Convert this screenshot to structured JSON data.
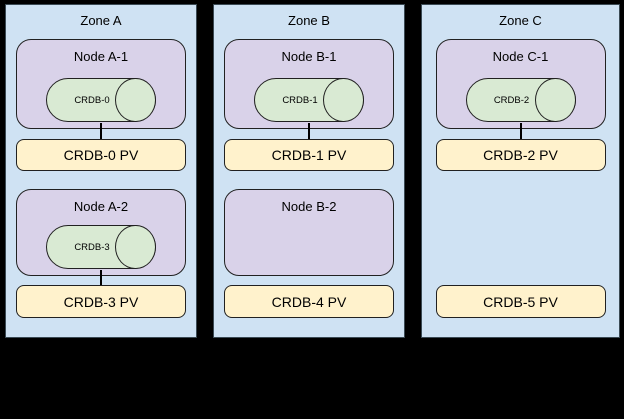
{
  "colors": {
    "background": "#000000",
    "zone_fill": "#cfe2f3",
    "zone_border": "#3b4a54",
    "node_fill": "#d9d2e9",
    "cylinder_fill": "#d9ead3",
    "pv_fill": "#fff2cc",
    "shape_border": "#212121",
    "connector": "#000000",
    "text": "#000000"
  },
  "zones": [
    {
      "label": "Zone A",
      "node1": {
        "label": "Node A-1",
        "pod": "CRDB-0"
      },
      "pv1": "CRDB-0 PV",
      "node2": {
        "label": "Node A-2",
        "pod": "CRDB-3"
      },
      "pv2": "CRDB-3 PV"
    },
    {
      "label": "Zone B",
      "node1": {
        "label": "Node B-1",
        "pod": "CRDB-1"
      },
      "pv1": "CRDB-1 PV",
      "node2": {
        "label": "Node B-2"
      },
      "pv2": "CRDB-4 PV"
    },
    {
      "label": "Zone C",
      "node1": {
        "label": "Node C-1",
        "pod": "CRDB-2"
      },
      "pv1": "CRDB-2 PV",
      "pv2": "CRDB-5 PV"
    }
  ]
}
